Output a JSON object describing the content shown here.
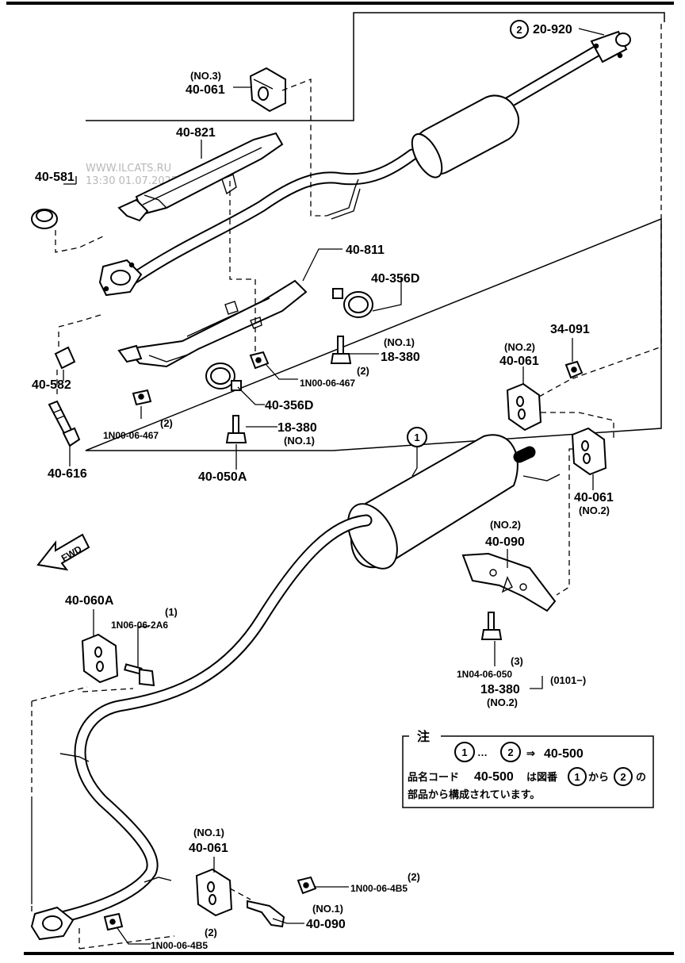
{
  "watermark": [
    "WWW.ILCATS.RU",
    "13:30 01.07.2025"
  ],
  "callouts": {
    "c2": "2",
    "c1": "1"
  },
  "labels": {
    "p20920": "20-920",
    "no3": "(NO.3)",
    "p40061_top": "40-061",
    "p40821": "40-821",
    "p40581": "40-581",
    "p40811": "40-811",
    "p40356d_a": "40-356D",
    "no1_a": "(NO.1)",
    "p18380_a": "18-380",
    "qty2_a": "(2)",
    "p1n00_a": "1N00-06-467",
    "p40356d_b": "40-356D",
    "p40582": "40-582",
    "qty2_b": "(2)",
    "p1n00_b": "1N00-06-467",
    "p18380_b": "18-380",
    "no1_b": "(NO.1)",
    "p40616": "40-616",
    "p40050a": "40-050A",
    "no2_a": "(NO.2)",
    "p40061_no2a": "40-061",
    "p34091": "34-091",
    "p40061_no2b": "40-061",
    "no2_b": "(NO.2)",
    "fwd": "FWD",
    "no2_c": "(NO.2)",
    "p40090_no2": "40-090",
    "p40060a": "40-060A",
    "qty1_a": "(1)",
    "p1n06": "1N06-06-2A6",
    "qty3": "(3)",
    "p1n04": "1N04-06-050",
    "p18380_c": "18-380",
    "date_range": "(0101−)",
    "no2_d": "(NO.2)",
    "no1_c": "(NO.1)",
    "p40061_no1": "40-061",
    "qty2_c": "(2)",
    "p1n00_c": "1N00-06-4B5",
    "no1_d": "(NO.1)",
    "p40090_no1": "40-090",
    "qty2_d": "(2)",
    "p1n00_d": "1N00-06-4B5"
  },
  "note": {
    "title": "注",
    "range_from": "1",
    "range_sep": "…",
    "range_to": "2",
    "arrow": "⇒",
    "result": "40-500",
    "line2_a": "品名コード",
    "line2_code": "40-500",
    "line2_b": "は図番",
    "line2_c1": "1",
    "line2_kara": "から",
    "line2_c2": "2",
    "line2_no": "の",
    "line3": "部品から構成されています。"
  }
}
